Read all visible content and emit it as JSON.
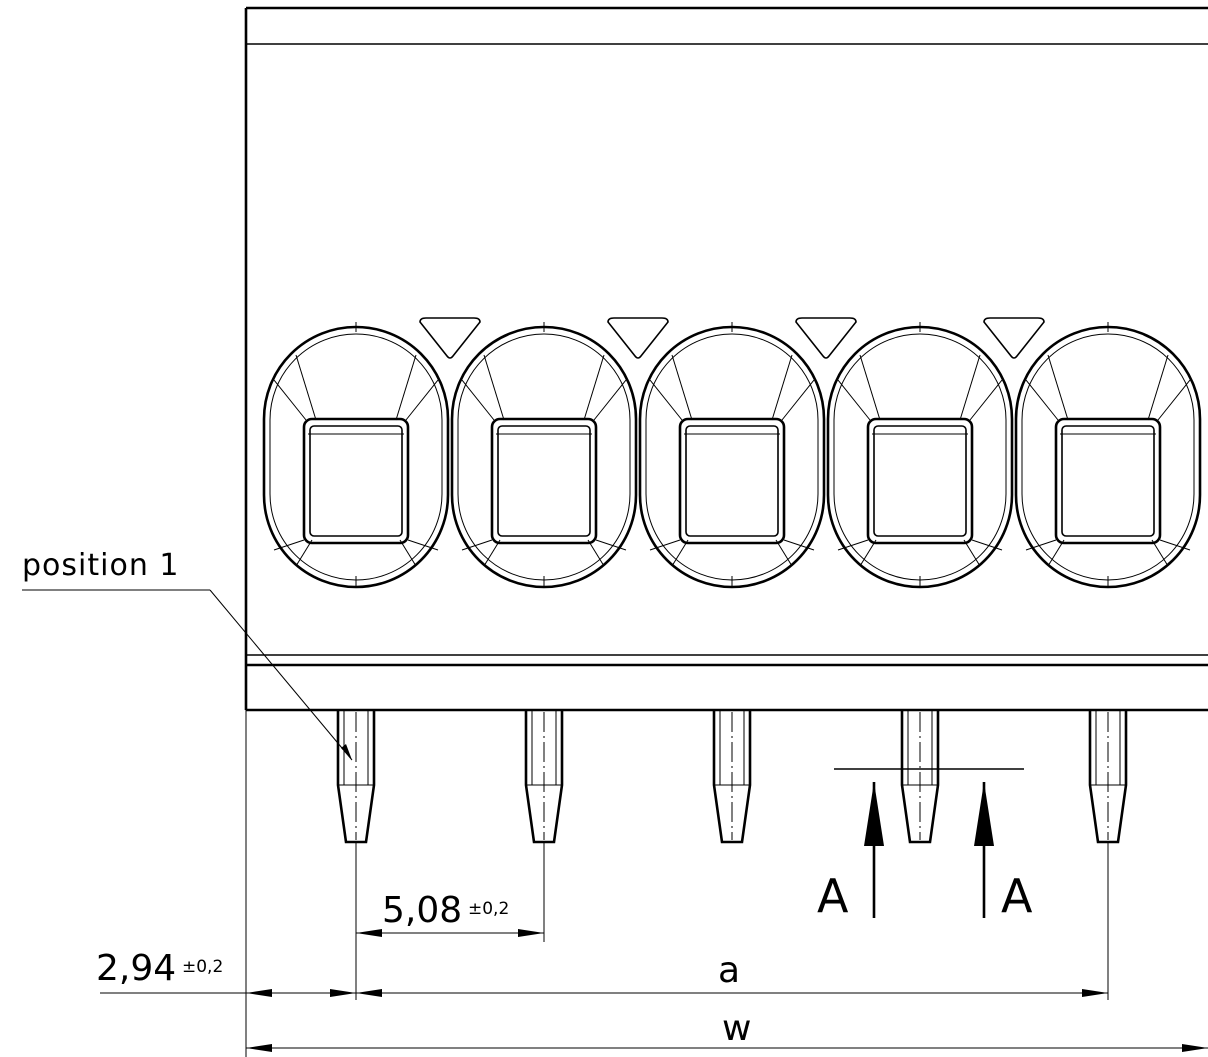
{
  "labels": {
    "position": "position 1",
    "pitch": "5,08",
    "pitch_tol": "±0,2",
    "offset": "2,94",
    "offset_tol": "±0,2",
    "dim_a": "a",
    "dim_w": "w",
    "section_left": "A",
    "section_right": "A"
  },
  "poles": 5,
  "colors": {
    "line": "#000000",
    "background": "#ffffff"
  }
}
